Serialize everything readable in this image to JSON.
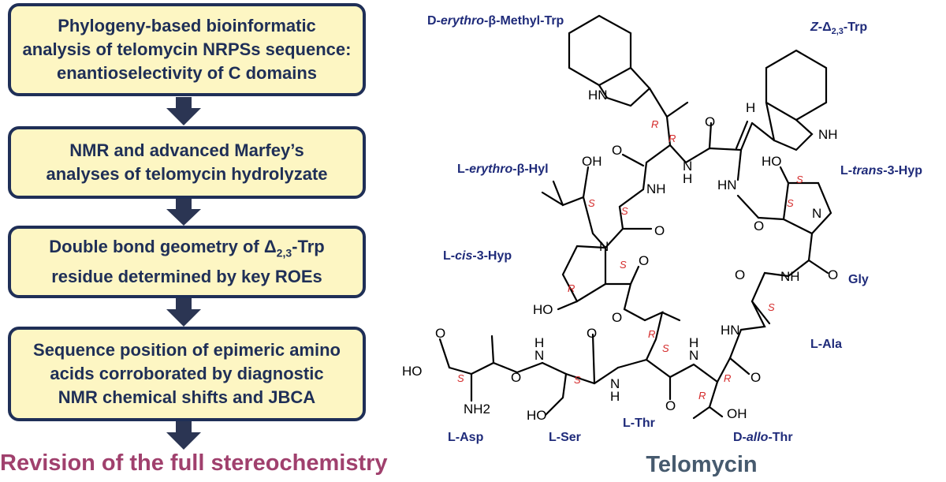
{
  "workflow": {
    "steps": [
      {
        "lines": [
          "Phylogeny-based bioinformatic",
          "analysis of telomycin NRPSs sequence:",
          "enantioselectivity of C domains"
        ]
      },
      {
        "lines": [
          "NMR and advanced Marfey’s",
          "analyses of telomycin hydrolyzate"
        ]
      },
      {
        "lines": [
          "Double bond geometry of Δ2,3-Trp",
          "residue determined by key ROEs"
        ]
      },
      {
        "lines": [
          "Sequence position of epimeric amino",
          "acids corroborated by diagnostic",
          "NMR chemical shifts and JBCA"
        ]
      }
    ],
    "conclusion": "Revision of the full stereochemistry",
    "colors": {
      "box_fill": "#fdf6c3",
      "box_border": "#1f2f57",
      "arrow": "#2b3553",
      "conclusion": "#a0406d"
    }
  },
  "molecule": {
    "title": "Telomycin",
    "residues": {
      "methyl_trp": {
        "prefix": "D-",
        "italic": "erythro",
        "rest": "-β-Methyl-Trp"
      },
      "z_trp": {
        "prefix": "",
        "italic": "Z",
        "rest": "-Δ2,3-Trp"
      },
      "hyl": {
        "prefix": "L-",
        "italic": "erythro",
        "rest": "-β-Hyl"
      },
      "trans_hyp": {
        "prefix": "L-",
        "italic": "trans",
        "rest": "-3-Hyp"
      },
      "cis_hyp": {
        "prefix": "L-",
        "italic": "cis",
        "rest": "-3-Hyp"
      },
      "gly": {
        "prefix": "",
        "italic": "",
        "rest": "Gly"
      },
      "ala": {
        "prefix": "L-",
        "italic": "",
        "rest": "Ala"
      },
      "asp": {
        "prefix": "L-",
        "italic": "",
        "rest": "Asp"
      },
      "ser": {
        "prefix": "L-",
        "italic": "",
        "rest": "Ser"
      },
      "thr": {
        "prefix": "L-",
        "italic": "",
        "rest": "Thr"
      },
      "allo_thr": {
        "prefix": "D-",
        "italic": "allo",
        "rest": "-Thr"
      }
    },
    "atom_labels": {
      "hn": "HN",
      "nh": "NH",
      "n": "N",
      "h": "H",
      "o": "O",
      "oh": "OH",
      "ho": "HO",
      "nh2": "NH2"
    },
    "stereo": {
      "r": "R",
      "s": "S"
    },
    "colors": {
      "label": "#1f2b7a",
      "stereo": "#d42a2a",
      "bond": "#000000",
      "title": "#465a6e"
    }
  }
}
